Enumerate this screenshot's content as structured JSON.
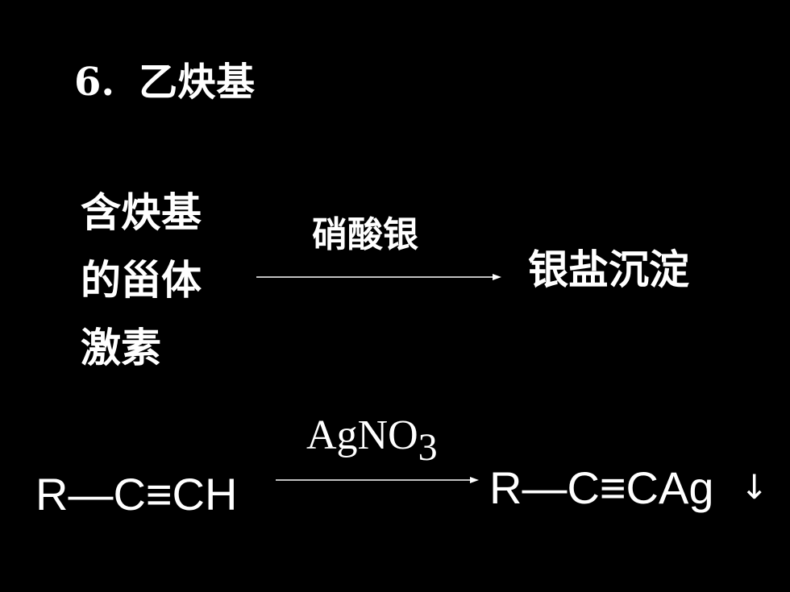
{
  "slide": {
    "background": "#000000",
    "text_color": "#ffffff",
    "title": {
      "number": "6.",
      "text": "乙炔基"
    },
    "reactant_lines": [
      "含炔基",
      "的甾体",
      "激素"
    ],
    "reagent_cn": "硝酸银",
    "product_cn": "银盐沉淀",
    "equation": {
      "reagent": "AgNO",
      "reagent_subscript": "3",
      "reactant": "R—C≡CH",
      "product": "R—C≡CAg",
      "precipitate_symbol": "↓"
    }
  }
}
